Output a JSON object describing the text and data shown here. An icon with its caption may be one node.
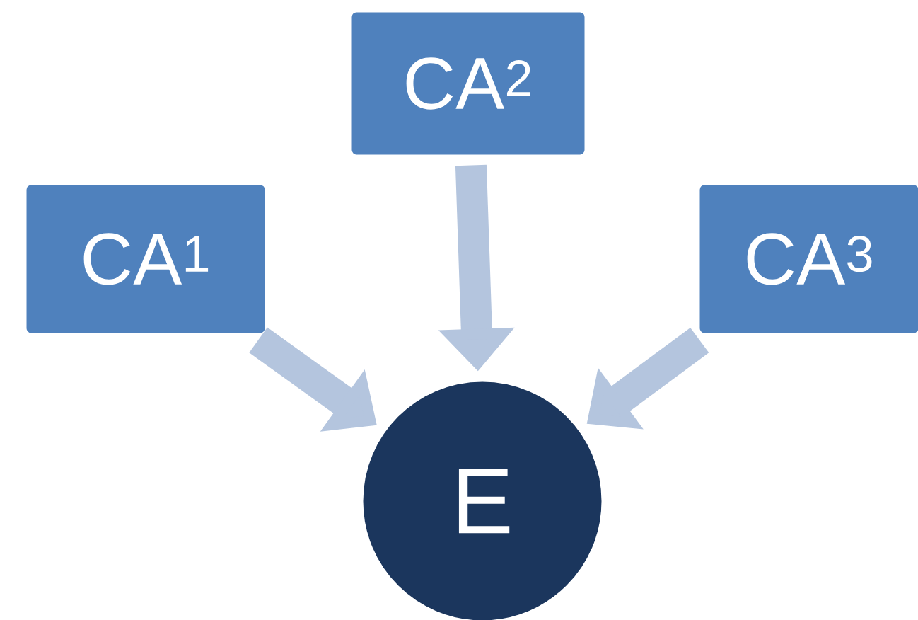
{
  "diagram": {
    "nodes": [
      {
        "text": [
          "CA$^{1}$"
        ]
      },
      {
        "text": [
          "CA$^{2}$"
        ]
      },
      {
        "text": [
          "CA$^{3}$"
        ]
      },
      {
        "text": [
          "E"
        ]
      }
    ],
    "edges": [
      {
        "from": 0,
        "to": 3,
        "arrow": "to"
      },
      {
        "from": 1,
        "to": 3,
        "arrow": "to"
      },
      {
        "from": 2,
        "to": 3,
        "arrow": "to"
      }
    ]
  }
}
